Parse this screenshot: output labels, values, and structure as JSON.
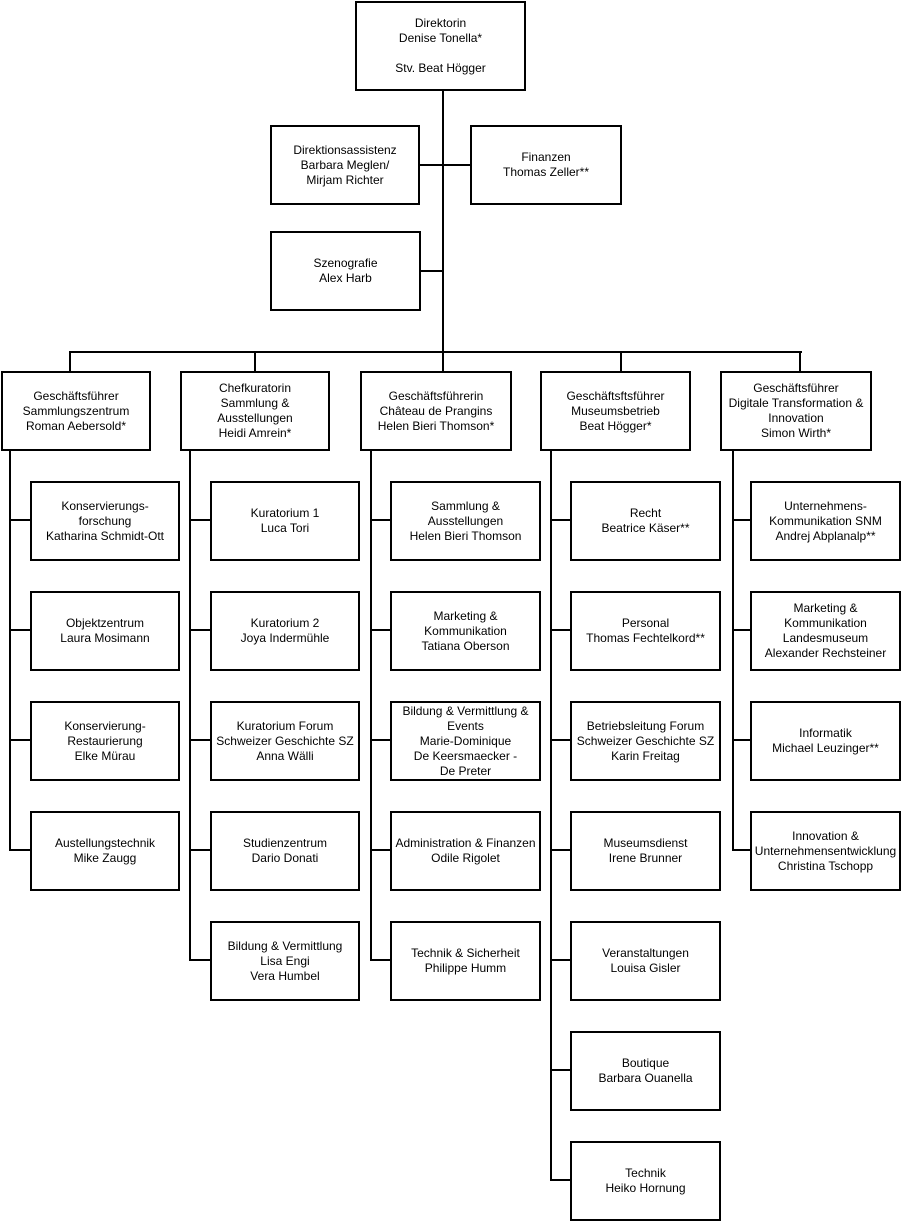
{
  "org": {
    "direktion": "Direktorin\nDenise Tonella*\n\nStv. Beat Högger",
    "stab": {
      "direktionsassistenz": "Direktionsassistenz\nBarbara Meglen/\nMirjam Richter",
      "finanzen": "Finanzen\nThomas Zeller**",
      "szenografie": "Szenografie\nAlex Harb"
    },
    "bereiche": {
      "sammlungszentrum": {
        "leitung": "Geschäftsführer\nSammlungszentrum\nRoman Aebersold*",
        "einheiten": {
          "konservierungsforschung": "Konservierungs-\nforschung\nKatharina Schmidt-Ott",
          "objektzentrum": "Objektzentrum\nLaura Mosimann",
          "konservierung_restaurierung": "Konservierung-\nRestaurierung\nElke Mürau",
          "austellungstechnik": "Austellungstechnik\nMike Zaugg"
        }
      },
      "sammlung_ausstellungen": {
        "leitung": "Chefkuratorin\nSammlung & Ausstellungen\nHeidi Amrein*",
        "einheiten": {
          "kuratorium_1": "Kuratorium 1\nLuca Tori",
          "kuratorium_2": "Kuratorium 2\nJoya Indermühle",
          "kuratorium_forum": "Kuratorium Forum\nSchweizer Geschichte SZ\nAnna Wälli",
          "studienzentrum": "Studienzentrum\nDario Donati",
          "bildung_vermittlung": "Bildung & Vermittlung\nLisa Engi\nVera Humbel"
        }
      },
      "chateau_de_prangins": {
        "leitung": "Geschäftsführerin\nChâteau de Prangins\nHelen Bieri Thomson*",
        "einheiten": {
          "sammlung_ausstellungen": "Sammlung & Ausstellungen\nHelen Bieri Thomson",
          "marketing_kommunikation": "Marketing &\nKommunikation\nTatiana Oberson",
          "bildung_vermittlung_events": "Bildung & Vermittlung &\nEvents\nMarie-Dominique\nDe Keersmaecker -\nDe Preter",
          "administration_finanzen": "Administration & Finanzen\nOdile Rigolet",
          "technik_sicherheit": "Technik & Sicherheit\nPhilippe Humm"
        }
      },
      "museumsbetrieb": {
        "leitung": "Geschäftsftsführer\nMuseumsbetrieb\nBeat Högger*",
        "einheiten": {
          "recht": "Recht\nBeatrice Käser**",
          "personal": "Personal\nThomas Fechtelkord**",
          "betriebsleitung_forum": "Betriebsleitung Forum\nSchweizer Geschichte SZ\nKarin Freitag",
          "museumsdienst": "Museumsdienst\nIrene Brunner",
          "veranstaltungen": "Veranstaltungen\nLouisa Gisler",
          "boutique": "Boutique\nBarbara Ouanella",
          "technik": "Technik\nHeiko Hornung"
        }
      },
      "digitale_transformation": {
        "leitung": "Geschäftsführer\nDigitale Transformation &\nInnovation\nSimon Wirth*",
        "einheiten": {
          "unternehmenskommunikation_snm": "Unternehmens-\nKommunikation SNM\nAndrej Abplanalp**",
          "marketing_kommunikation_landesmuseum": "Marketing &\nKommunikation\nLandesmuseum\nAlexander Rechsteiner",
          "informatik": "Informatik\nMichael Leuzinger**",
          "innovation_unternehmensentwicklung": "Innovation &\nUnternehmensentwicklung\nChristina Tschopp"
        }
      }
    }
  }
}
